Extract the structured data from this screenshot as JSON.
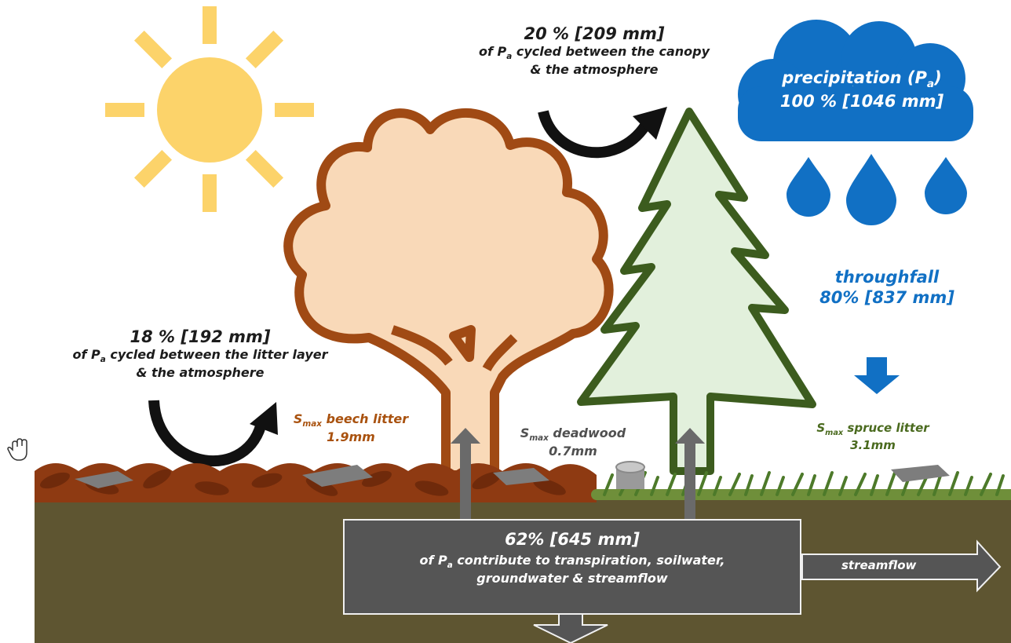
{
  "canopy_cycle": {
    "value": "20 %  [209 mm]",
    "line1_pre": "of P",
    "line1_sub": "a",
    "line1_post": " cycled between the canopy",
    "line2": "& the atmosphere"
  },
  "precipitation": {
    "label_pre": "precipitation (P",
    "label_sub": "a",
    "label_post": ")",
    "value": "100 %  [1046 mm]"
  },
  "throughfall": {
    "label": "throughfall",
    "value": "80%  [837 mm]"
  },
  "litter_cycle": {
    "value": "18 %  [192 mm]",
    "line1_pre": "of P",
    "line1_sub": "a",
    "line1_post": " cycled between the litter layer",
    "line2": "& the atmosphere"
  },
  "beech_litter": {
    "s": "S",
    "sub": "max",
    "name": " beech litter",
    "value": "1.9mm"
  },
  "deadwood": {
    "s": "S",
    "sub": "max",
    "name": " deadwood",
    "value": "0.7mm"
  },
  "spruce_litter": {
    "s": "S",
    "sub": "max",
    "name": " spruce litter",
    "value": "3.1mm"
  },
  "soil_box": {
    "value": "62%  [645 mm]",
    "line1_pre": "of P",
    "line1_sub": "a",
    "line1_post": " contribute to transpiration, soilwater,",
    "line2": "groundwater & streamflow"
  },
  "streamflow": {
    "label": "streamflow"
  },
  "colors": {
    "sun": "#fcd36a",
    "cloud": "#1170c4",
    "beech_fill": "#f9d9b8",
    "beech_stroke": "#a04a14",
    "spruce_fill": "#e2f0dc",
    "spruce_stroke": "#3c5c1e",
    "soil": "#5e5531",
    "litter": "#8e3a12",
    "grass": "#4d7a2a",
    "box": "#555555"
  }
}
